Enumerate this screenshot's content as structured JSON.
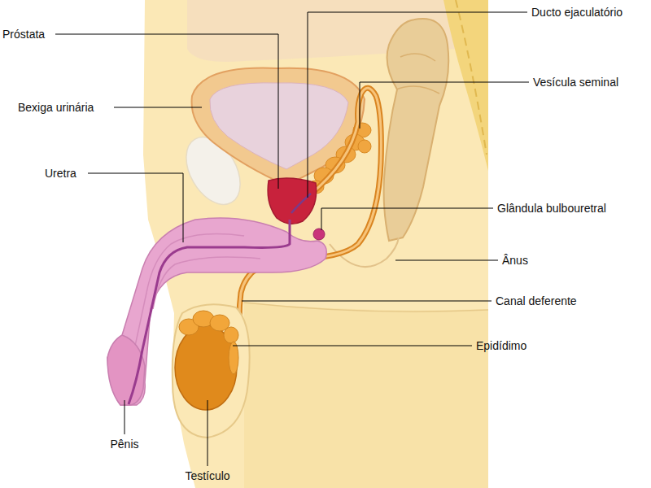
{
  "diagram": {
    "labels": [
      "Ducto ejaculatório",
      "Próstata",
      "Vesícula seminal",
      "Bexiga urinária",
      "Uretra",
      "Glândula bulbouretral",
      "Ânus",
      "Canal deferente",
      "Epidídimo",
      "Pênis",
      "Testículo"
    ]
  }
}
